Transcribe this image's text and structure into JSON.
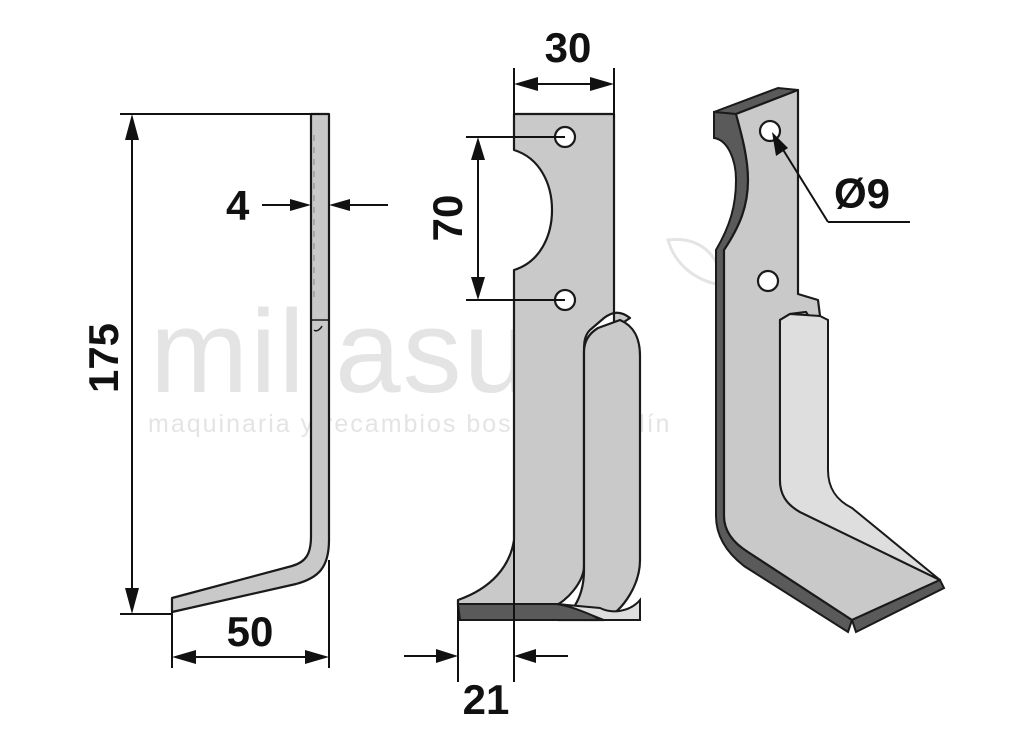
{
  "watermark": {
    "brand": "millasur",
    "tagline": "maquinaria y recambios bosque & jardín"
  },
  "dimensions": {
    "height": "175",
    "thickness": "4",
    "foot_length": "50",
    "width": "30",
    "hole_spacing": "70",
    "offset": "21",
    "hole_diameter": "Ø9"
  },
  "colors": {
    "blade_fill": "#c9c9c9",
    "blade_edge": "#5a5a5a",
    "dimension_line": "#111111"
  }
}
